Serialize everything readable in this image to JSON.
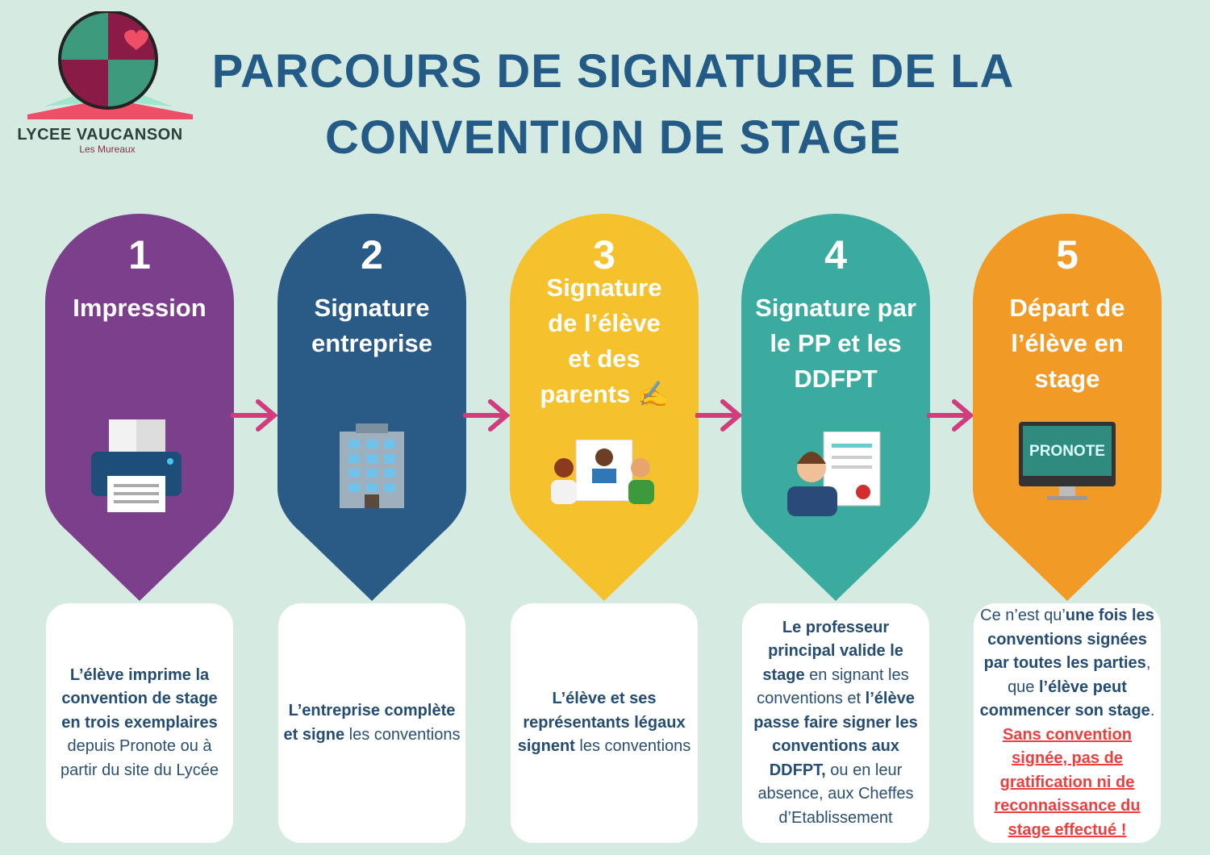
{
  "logo": {
    "name": "LYCEE VAUCANSON",
    "subtitle": "Les Mureaux"
  },
  "title": {
    "line1": "PARCOURS DE SIGNATURE DE LA",
    "line2": "CONVENTION DE STAGE"
  },
  "colors": {
    "background": "#d5ebe1",
    "title": "#245a86",
    "arrow": "#d23c7c",
    "warning": "#ee3e3e"
  },
  "steps": [
    {
      "number": "1",
      "label": [
        "Impression"
      ],
      "color": "#7b3f8c",
      "icon": "printer-icon",
      "description": [
        {
          "t": "L’élève imprime la convention de stage en trois exemplaires",
          "b": true
        },
        {
          "t": " depuis Pronote ou à partir du site du Lycée",
          "b": false
        }
      ]
    },
    {
      "number": "2",
      "label": [
        "Signature",
        "entreprise"
      ],
      "color": "#2a5a86",
      "icon": "building-icon",
      "description": [
        {
          "t": "L’entreprise complète et signe",
          "b": true
        },
        {
          "t": " les conventions",
          "b": false
        }
      ]
    },
    {
      "number": "3",
      "label": [
        "Signature",
        "de l’élève",
        "et des",
        "parents ✍"
      ],
      "color": "#f5c22e",
      "icon": "family-icon",
      "description": [
        {
          "t": "L’élève et ses représentants légaux signent",
          "b": true
        },
        {
          "t": " les conventions",
          "b": false
        }
      ]
    },
    {
      "number": "4",
      "label": [
        "Signature par",
        "le PP et les",
        "DDFPT"
      ],
      "color": "#3aab9e",
      "icon": "teacher-document-icon",
      "description": [
        {
          "t": "Le professeur principal valide le stage",
          "b": true
        },
        {
          "t": " en signant les conventions et ",
          "b": false
        },
        {
          "t": "l’élève passe faire signer les conventions aux DDFPT,",
          "b": true
        },
        {
          "t": " ou en leur absence, aux Cheffes d’Etablissement",
          "b": false
        }
      ]
    },
    {
      "number": "5",
      "label": [
        "Départ de",
        "l’élève en",
        "stage"
      ],
      "color": "#f29a26",
      "icon": "pronote-monitor-icon",
      "screen_text": "PRONOTE",
      "description": [
        {
          "t": "Ce n’est qu’",
          "b": false
        },
        {
          "t": "une fois les conventions signées par toutes les parties",
          "b": true
        },
        {
          "t": ", que ",
          "b": false
        },
        {
          "t": "l’élève peut commencer son stage",
          "b": true
        },
        {
          "t": ". ",
          "b": false
        },
        {
          "t": "Sans convention signée, pas de gratification ni de reconnaissance du stage effectué !",
          "w": true
        }
      ]
    }
  ]
}
